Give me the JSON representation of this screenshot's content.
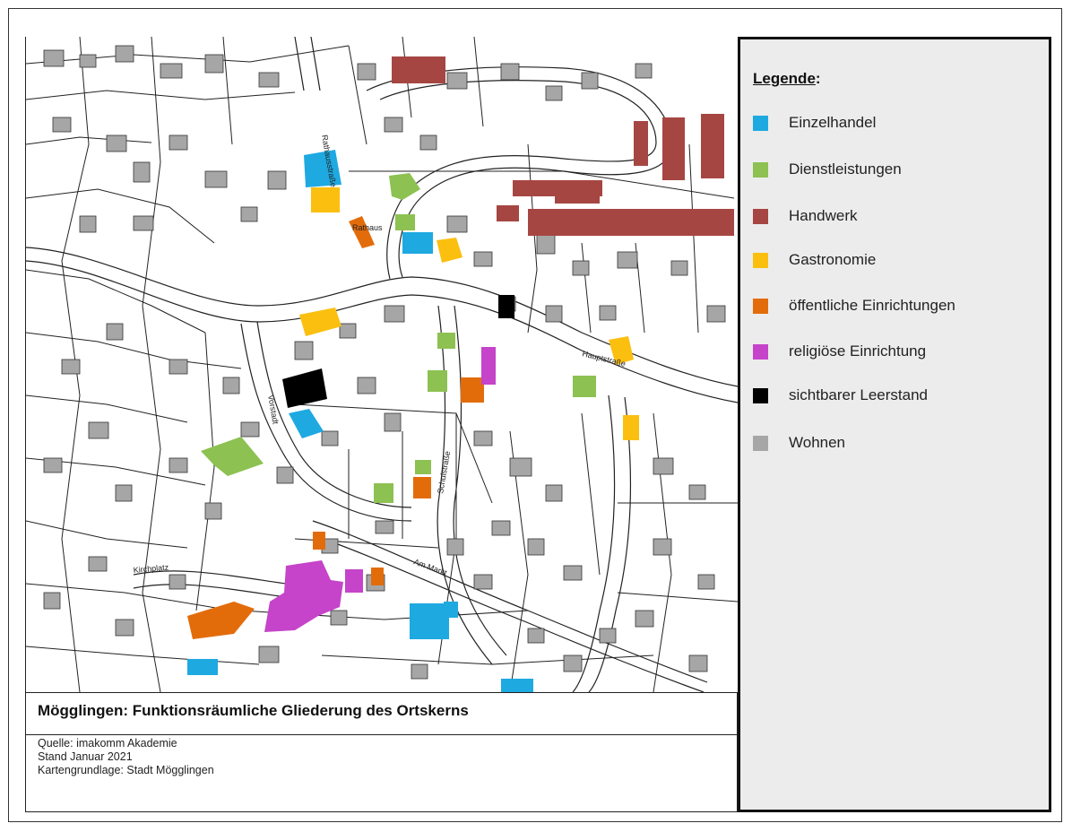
{
  "caption": {
    "title": "Mögglingen: Funktionsräumliche Gliederung des Ortskerns",
    "source": "Quelle: imakomm Akademie",
    "date": "Stand Januar 2021",
    "basemap": "Kartengrundlage: Stadt Mögglingen"
  },
  "legend": {
    "heading": "Legende",
    "colon": ":",
    "items": [
      {
        "label": "Einzelhandel",
        "color": "#1ea9e1"
      },
      {
        "label": "Dienstleistungen",
        "color": "#8dc152"
      },
      {
        "label": "Handwerk",
        "color": "#a64642"
      },
      {
        "label": "Gastronomie",
        "color": "#fbbf10"
      },
      {
        "label": "öffentliche Einrichtungen",
        "color": "#e36c0a"
      },
      {
        "label": "religiöse Einrichtung",
        "color": "#c544c9"
      },
      {
        "label": "sichtbarer Leerstand",
        "color": "#000000"
      },
      {
        "label": "Wohnen",
        "color": "#a6a6a6"
      }
    ]
  },
  "map": {
    "street_labels": [
      "Vorstadt",
      "Kirchplatz",
      "Am Markt",
      "Schulstraße",
      "Hauptstraße",
      "Rathaus",
      "Rathausstraße"
    ]
  }
}
